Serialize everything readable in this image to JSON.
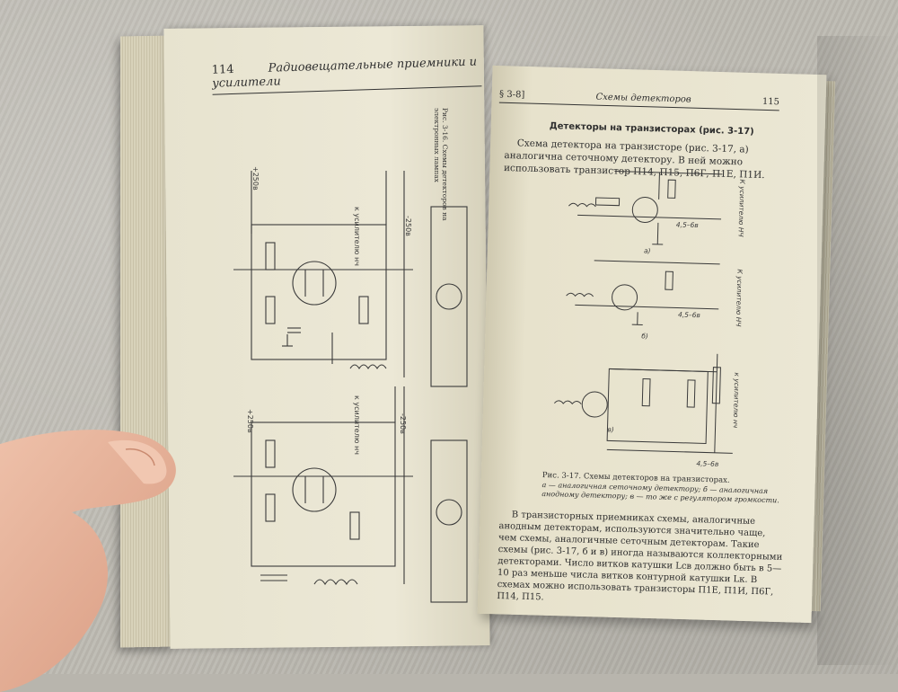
{
  "left_page": {
    "page_number": "114",
    "running_head": "Радиовещательные приемники и усилители",
    "side_caption": "Рис. 3-16. Схемы детекторов на электронных лампах",
    "schematic_labels": [
      "к усилителю нч",
      "к усилителю нч",
      "+250в",
      "+250в",
      "-250в",
      "-250в"
    ]
  },
  "right_page": {
    "section": "§ 3-8]",
    "running_head": "Схемы детекторов",
    "page_number": "115",
    "heading": "Детекторы на транзисторах (рис. 3-17)",
    "para1": "Схема детектора на транзисторе (рис. 3-17, а) аналогична сеточному детектору. В ней можно использовать транзистор П14, П15, П6Г, П1Е, П1И.",
    "fig_labels": {
      "a": "а)",
      "b": "б)",
      "c": "в)",
      "v1": "4,5–6в",
      "v2": "4,5–6в",
      "v3": "4,5–6в",
      "to_amp": "К усилителю НЧ",
      "to_amp2": "К усилителю НЧ",
      "to_amp3": "к усилителю нч"
    },
    "caption_title": "Рис. 3-17. Схемы детекторов на транзисторах.",
    "caption_body": "а — аналогичная сеточному детектору; б — аналогичная анодному детектору; в — то же с регулятором громкости.",
    "para2": "В транзисторных приемниках схемы, аналогичные анодным детекторам, используются значительно чаще, чем схемы, аналогичные сеточным детекторам. Такие схемы (рис. 3-17, б и в) иногда называются коллекторными детекторами. Число витков катушки Lсв должно быть в 5—10 раз меньше числа витков контурной катушки Lк. В схемах можно использовать транзисторы П1Е, П1И, П6Г, П14, П15."
  },
  "colors": {
    "paper": "#ebe7d4",
    "ink": "#2e2e2e",
    "background": "#bdbab2",
    "skin": "#e8b8a0"
  }
}
